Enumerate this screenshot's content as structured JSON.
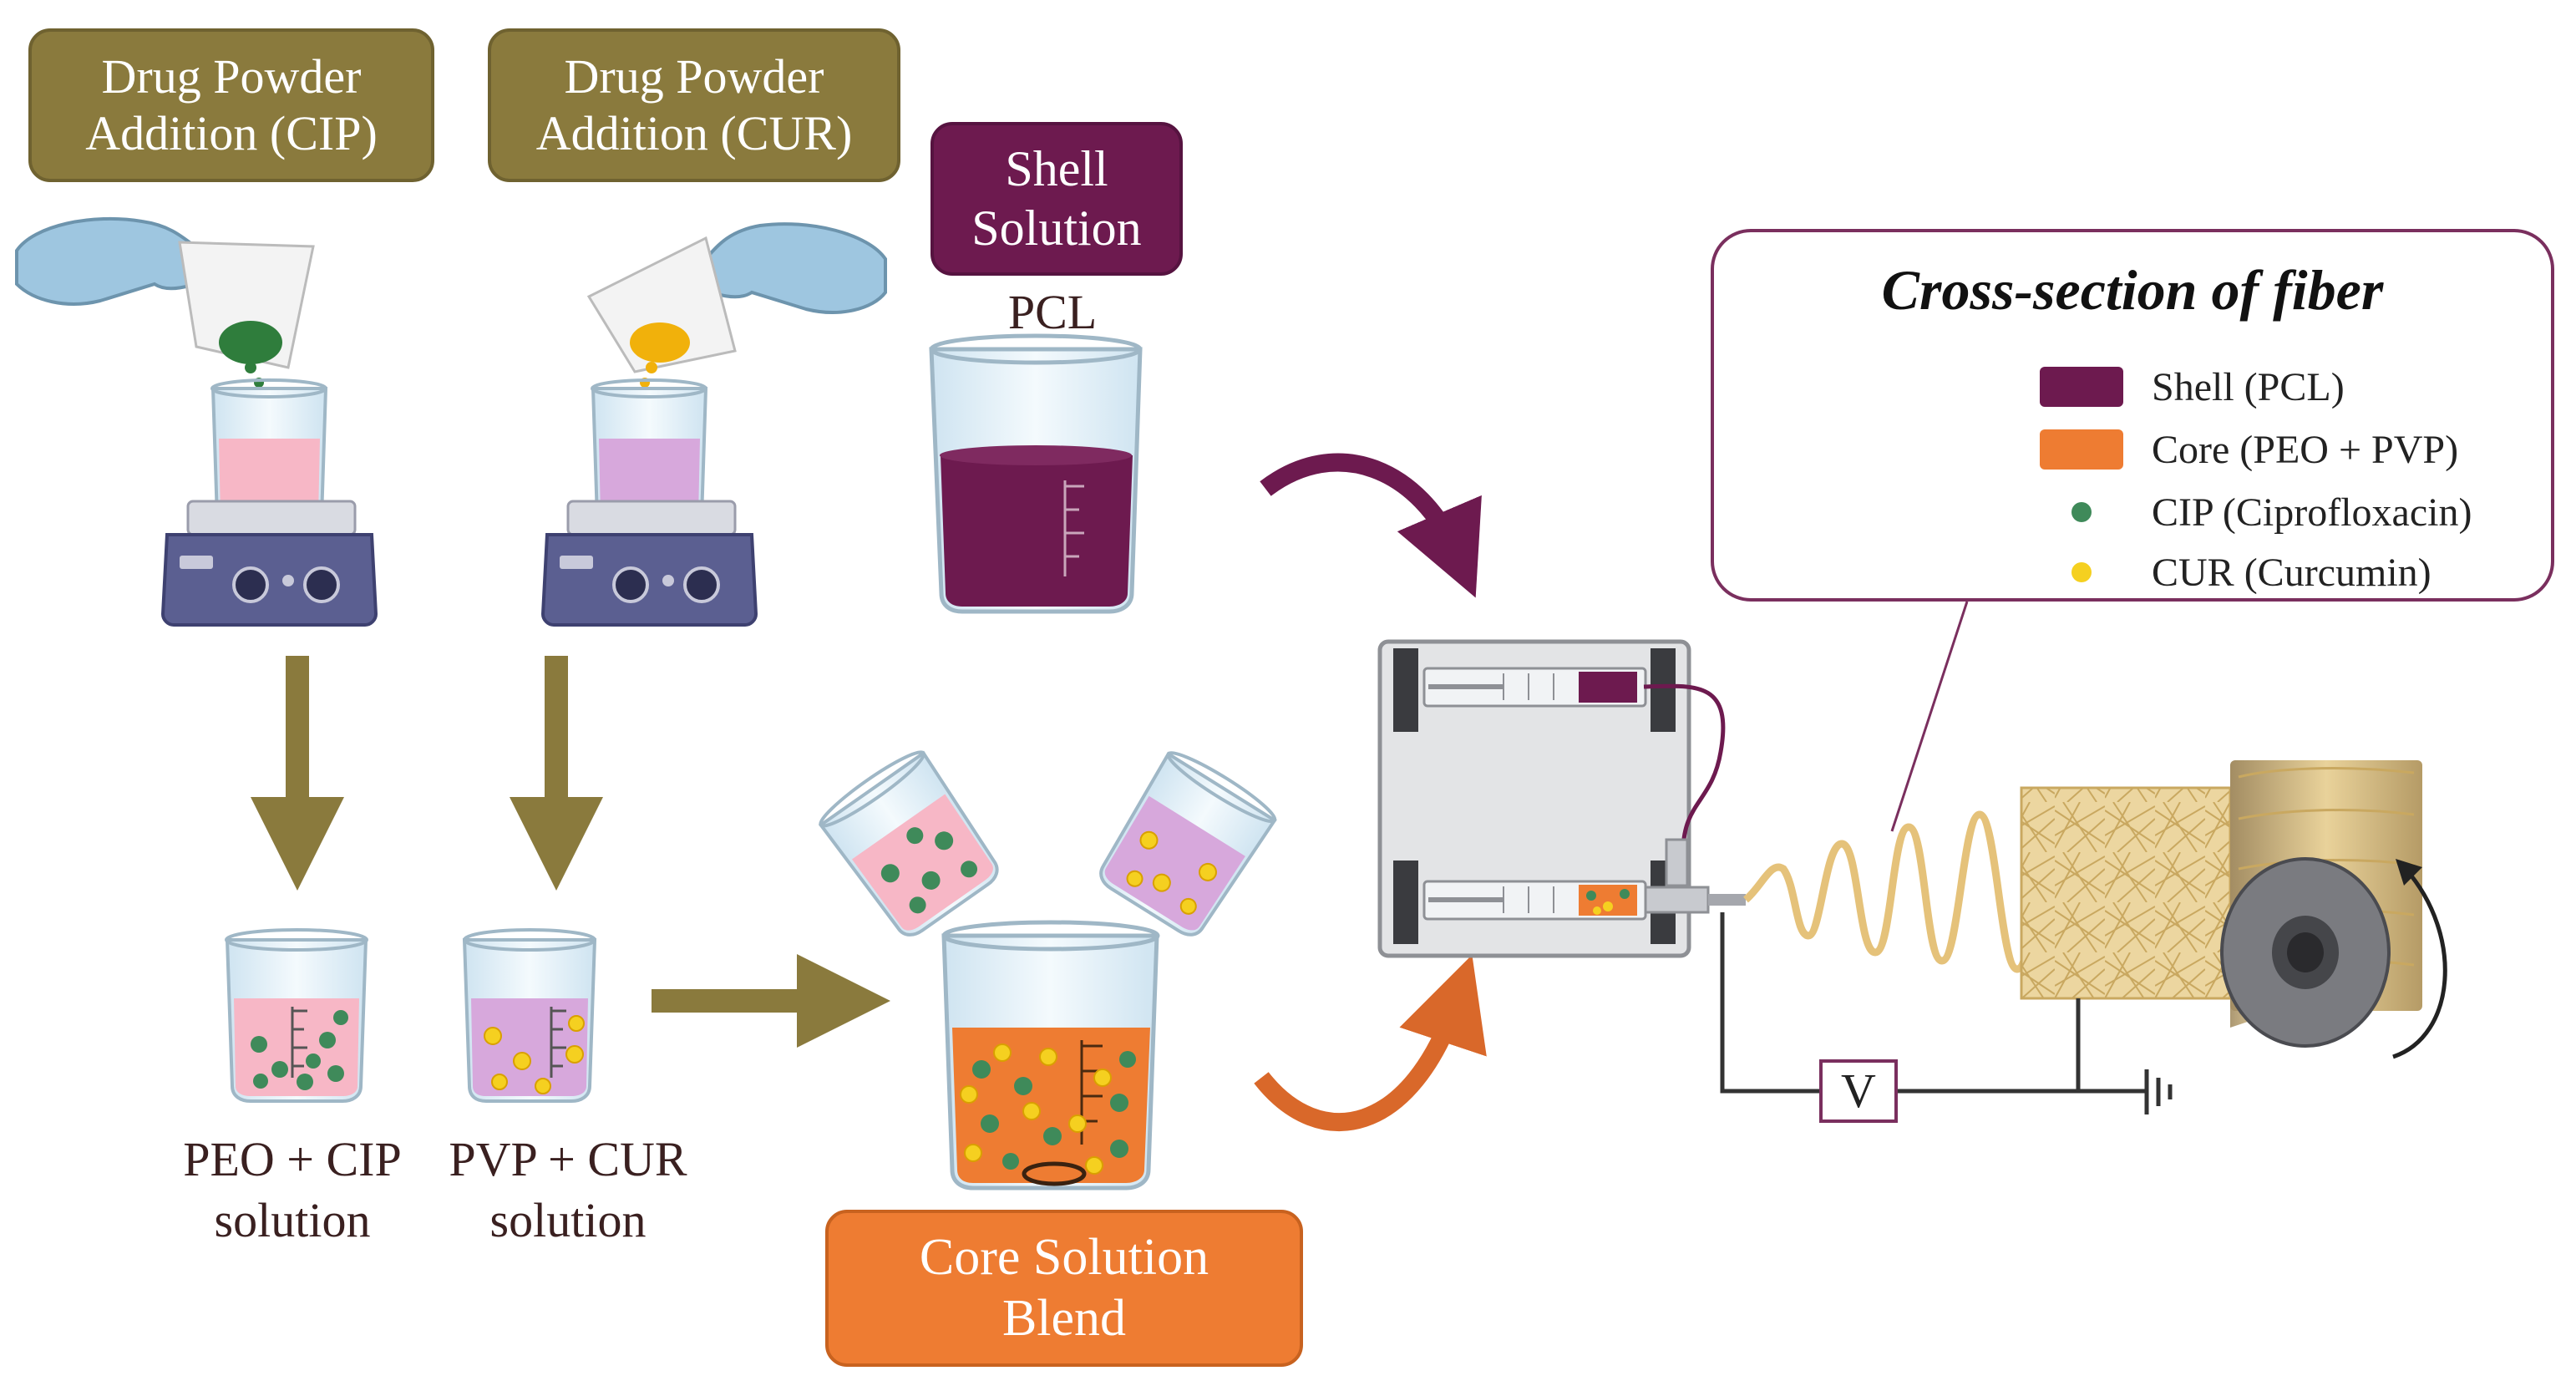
{
  "boxes": {
    "cip_addition": [
      "Drug Powder",
      "Addition (CIP)"
    ],
    "cur_addition": [
      "Drug Powder",
      "Addition (CUR)"
    ],
    "shell_solution": [
      "Shell",
      "Solution"
    ],
    "core_blend": [
      "Core Solution",
      "Blend"
    ]
  },
  "labels": {
    "pcl": "PCL",
    "peo_cip": [
      "PEO + CIP",
      "solution"
    ],
    "pvp_cur": [
      "PVP + CUR",
      "solution"
    ],
    "voltage": "V"
  },
  "cross_section": {
    "title": "Cross-section of fiber",
    "legend": [
      {
        "label": "Shell (PCL)",
        "color": "#6d1a4f",
        "kind": "swatch"
      },
      {
        "label": "Core (PEO + PVP)",
        "color": "#ee7c32",
        "kind": "swatch"
      },
      {
        "label": "CIP (Ciprofloxacin)",
        "color": "#3f8a5a",
        "kind": "dot"
      },
      {
        "label": "CUR (Curcumin)",
        "color": "#f5d020",
        "kind": "dot"
      }
    ]
  },
  "colors": {
    "olive": "#8a7a3d",
    "plum": "#6d1a4f",
    "orange": "#ee7c32",
    "pink_solution": "#f7b7c6",
    "lilac_solution": "#d7a8dc",
    "cip_green": "#3f8a5a",
    "cur_yellow": "#f5d020",
    "fiber": "#e5c27a"
  }
}
